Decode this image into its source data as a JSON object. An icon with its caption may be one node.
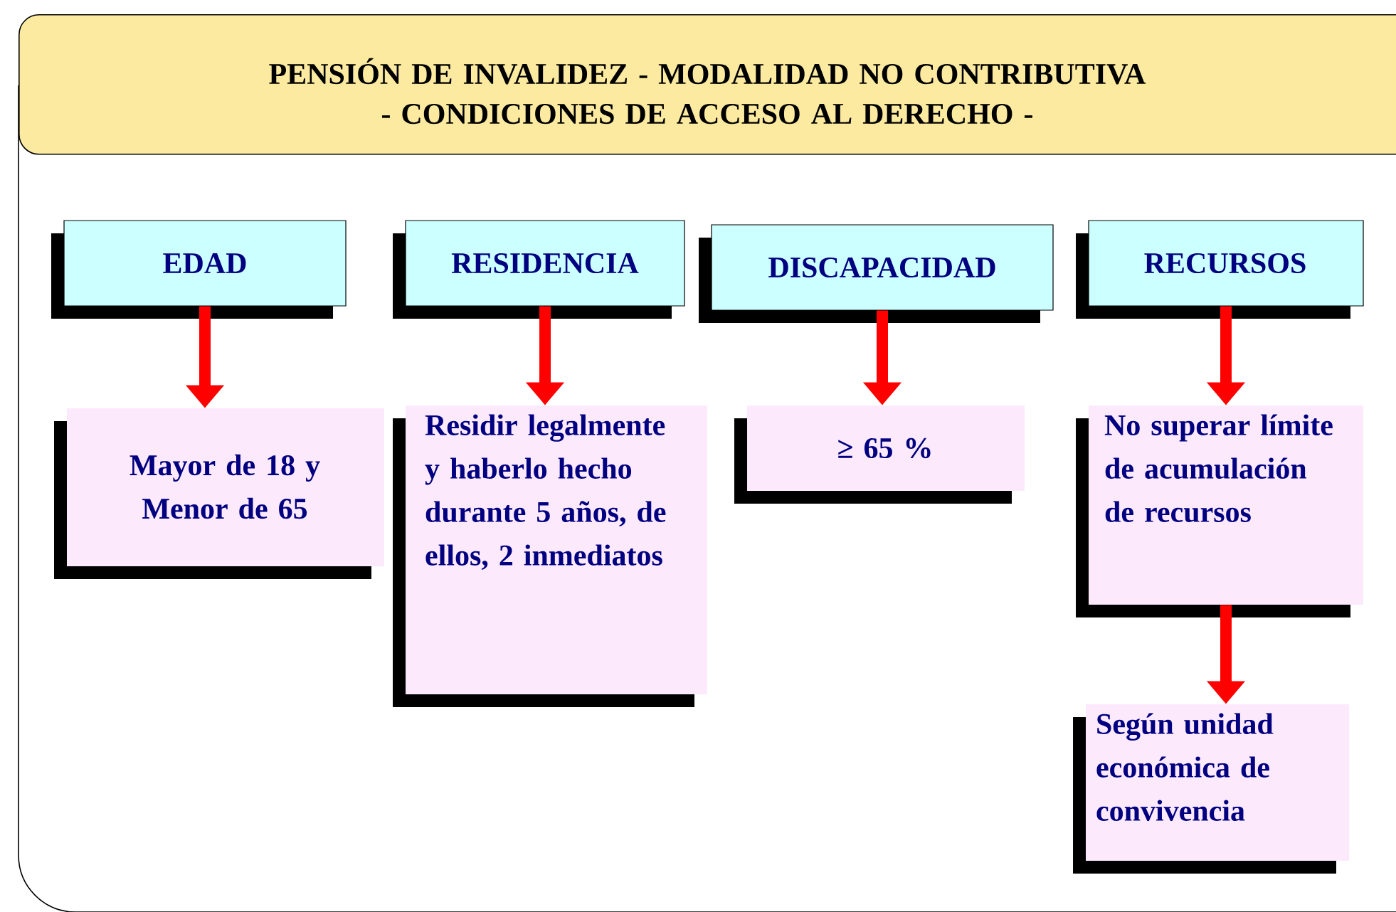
{
  "diagram": {
    "title": "PENSIÓN DE INVALIDEZ - MODALIDAD NO CONTRIBUTIVA - CONDICIONES DE ACCESO AL DERECHO -",
    "nodes": [
      {
        "text": [
          "EDAD"
        ]
      },
      {
        "text": [
          "RESIDENCIA"
        ]
      },
      {
        "text": [
          "DISCAPACIDAD"
        ]
      },
      {
        "text": [
          "RECURSOS"
        ]
      },
      {
        "text": [
          "Mayor de 18 y Menor de 65"
        ]
      },
      {
        "text": [
          "Residir legalmente y haberlo hecho durante 5 años, de ellos, 2 inmediatos"
        ]
      },
      {
        "text": [
          "≥ 65 %"
        ]
      },
      {
        "text": [
          "No superar límite de acumulación de recursos"
        ]
      },
      {
        "text": [
          "Según unidad económica de convivencia"
        ]
      }
    ],
    "edges": [
      {
        "from": 0,
        "to": 4,
        "arrow": "to"
      },
      {
        "from": 1,
        "to": 5,
        "arrow": "to"
      },
      {
        "from": 2,
        "to": 6,
        "arrow": "to"
      },
      {
        "from": 3,
        "to": 7,
        "arrow": "to"
      },
      {
        "from": 7,
        "to": 8,
        "arrow": "to"
      }
    ]
  }
}
